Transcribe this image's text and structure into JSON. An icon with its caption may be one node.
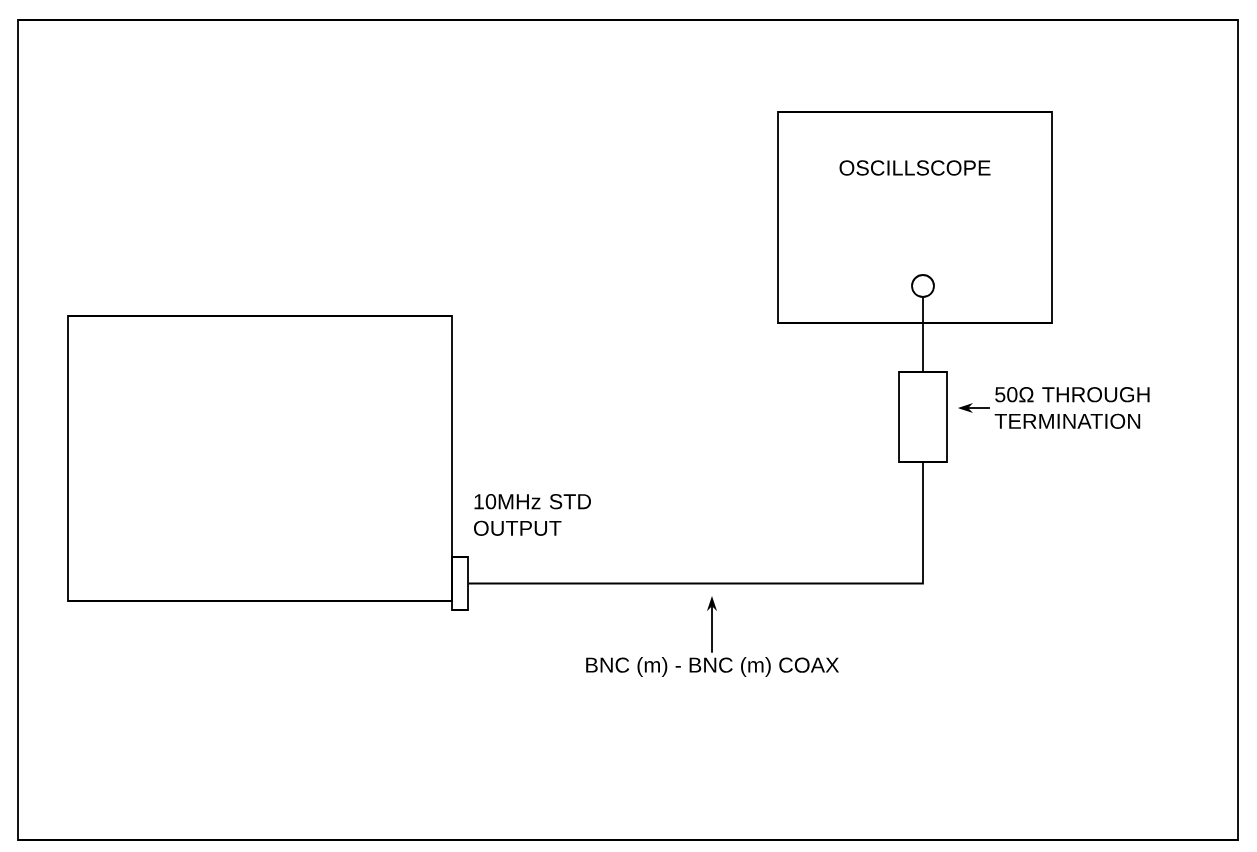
{
  "diagram": {
    "nodes": [
      {
        "text": [
          "OSCILLSCOPE"
        ]
      },
      {
        "text": [],
        "shape": "circle",
        "in": 0
      },
      {
        "text": [],
        "shape": "box"
      },
      {
        "text": [],
        "shape": "box",
        "beside": [
          "10MHz STD OUTPUT"
        ]
      },
      {
        "text": [],
        "shape": "box"
      },
      {
        "text": [
          "50Ω THROUGH TERMINATION"
        ]
      },
      {
        "text": [
          "BNC (m) - BNC (m) COAX"
        ]
      }
    ],
    "edges": [
      {
        "from": 3,
        "to": 4,
        "arrow": "none"
      },
      {
        "from": 4,
        "to": 1,
        "arrow": "none"
      },
      {
        "from": 5,
        "to": 4,
        "arrow": "to"
      },
      {
        "from": 6,
        "to": null,
        "arrow": "to"
      }
    ]
  }
}
